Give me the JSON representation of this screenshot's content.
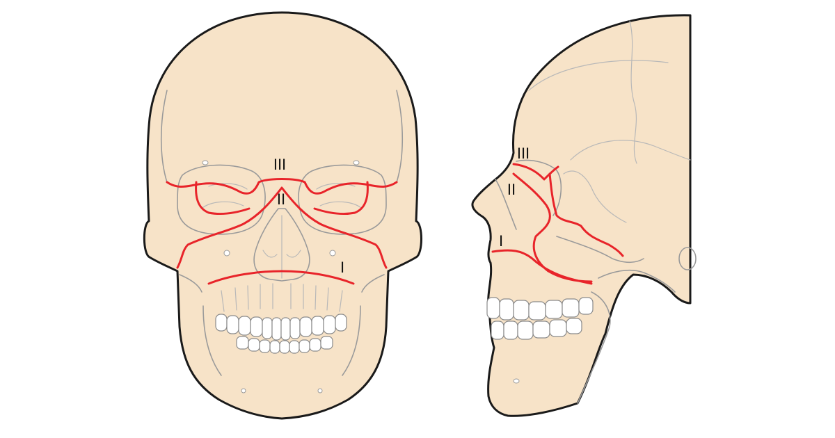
{
  "colors": {
    "bone": "#f7e3c8",
    "outline": "#1a1a1a",
    "fracture": "#e8242a",
    "teeth": "#ffffff",
    "detail": "#9a9a9a"
  },
  "front_view": {
    "labels": {
      "level_3": "III",
      "level_2": "II",
      "level_1": "I"
    }
  },
  "side_view": {
    "labels": {
      "level_3": "III",
      "level_2": "II",
      "level_1": "I"
    }
  }
}
